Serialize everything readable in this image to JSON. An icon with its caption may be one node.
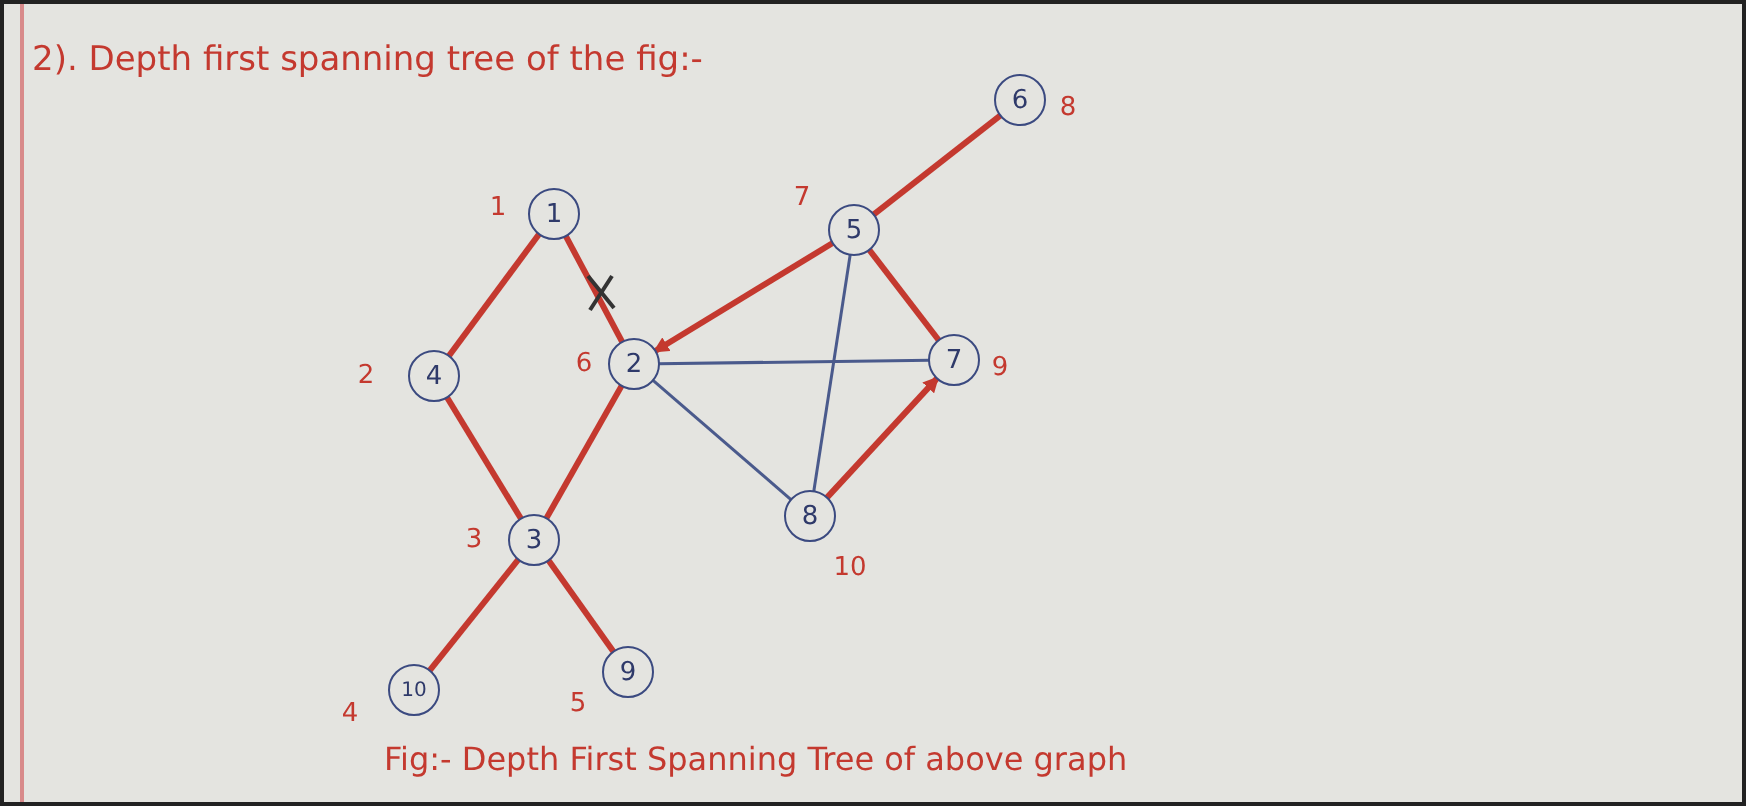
{
  "diagram": {
    "title": "2). Depth first spanning tree of the fig:-",
    "caption": "Fig:- Depth First Spanning Tree of above graph",
    "nodes": [
      {
        "text": [
          "6"
        ],
        "beside": [
          "8"
        ]
      },
      {
        "text": [
          "1"
        ],
        "beside": [
          "1"
        ]
      },
      {
        "text": [
          "5"
        ],
        "beside": [
          "7"
        ]
      },
      {
        "text": [
          "7"
        ],
        "beside": [
          "9"
        ]
      },
      {
        "text": [
          "2"
        ],
        "beside": [
          "6"
        ]
      },
      {
        "text": [
          "4"
        ],
        "beside": [
          "2"
        ]
      },
      {
        "text": [
          "8"
        ],
        "beside": [
          "10"
        ]
      },
      {
        "text": [
          "3"
        ],
        "beside": [
          "3"
        ]
      },
      {
        "text": [
          "9"
        ],
        "beside": [
          "5"
        ]
      },
      {
        "text": [
          "10"
        ],
        "beside": [
          "4"
        ]
      }
    ],
    "edges": [
      {
        "from": 1,
        "to": 5,
        "arrow": "none"
      },
      {
        "from": 1,
        "to": 4,
        "arrow": "none"
      },
      {
        "from": 5,
        "to": 7,
        "arrow": "none"
      },
      {
        "from": 7,
        "to": 4,
        "arrow": "none"
      },
      {
        "from": 7,
        "to": 9,
        "arrow": "none"
      },
      {
        "from": 7,
        "to": 8,
        "arrow": "none"
      },
      {
        "from": 2,
        "to": 4,
        "arrow": "to"
      },
      {
        "from": 2,
        "to": 0,
        "arrow": "none"
      },
      {
        "from": 2,
        "to": 3,
        "arrow": "none"
      },
      {
        "from": 6,
        "to": 3,
        "arrow": "to"
      },
      {
        "from": 4,
        "to": 3,
        "arrow": "none",
        "color": "#4a5a8c"
      },
      {
        "from": 4,
        "to": 6,
        "arrow": "none",
        "color": "#4a5a8c"
      },
      {
        "from": 2,
        "to": 6,
        "arrow": "none",
        "color": "#4a5a8c"
      }
    ]
  }
}
